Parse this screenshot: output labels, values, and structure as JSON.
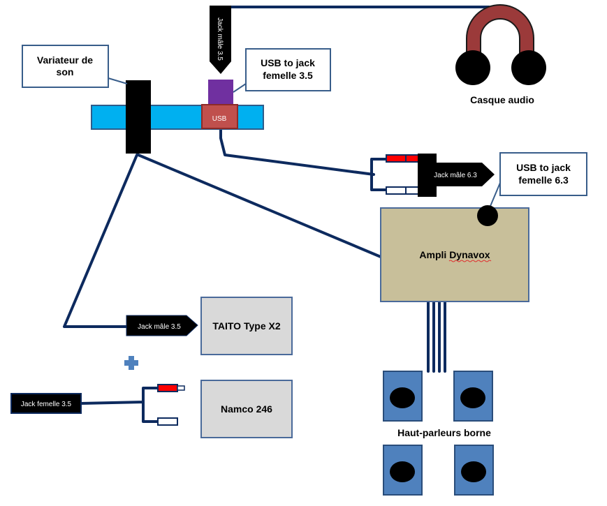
{
  "labels": {
    "variateur": [
      "Variateur de",
      "son"
    ],
    "usb_jack_35": [
      "USB to jack",
      "femelle 3.5"
    ],
    "usb": "USB",
    "jack_male_35_top": "Jack mâle 3.5",
    "casque": "Casque audio",
    "jack_male_63": "Jack mâle 6.3",
    "usb_jack_63": [
      "USB to jack",
      "femelle 6.3"
    ],
    "ampli": "Ampli Dynavox",
    "taito": "TAITO Type X2",
    "jack_male_35_left": "Jack mâle 3.5",
    "jack_femelle_35": "Jack femelle 3.5",
    "namco": "Namco 246",
    "haut_parleurs": "Haut-parleurs borne"
  },
  "icons": {
    "plus": "plus-icon"
  },
  "colors": {
    "cable": "#0d2a5e",
    "usb_bar": "#00b0f0",
    "usb_port": "#c0504d",
    "usb_plug": "#7030a0",
    "headphone_band": "#9b3a3a",
    "ampli_fill": "#c8bf9a",
    "speaker_fill": "#4f81bd",
    "device_fill": "#d9d9d9",
    "callout_border": "#385d8a",
    "plus": "#4f81bd",
    "red_plug": "#ff0000"
  }
}
